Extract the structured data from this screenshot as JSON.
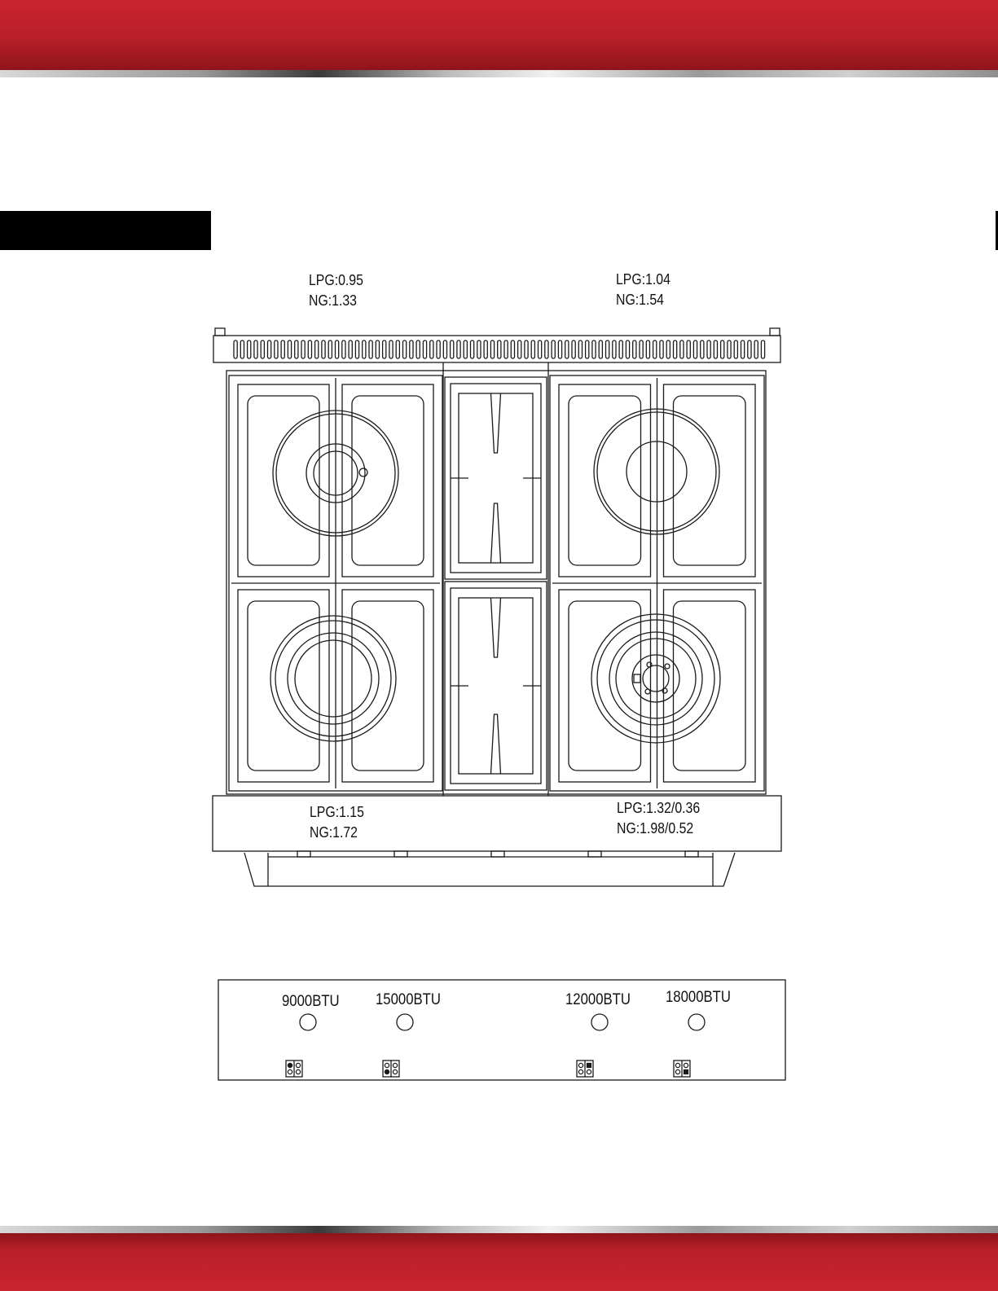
{
  "burners": {
    "rear_left": {
      "lpg": "LPG:0.95",
      "ng": "NG:1.33"
    },
    "rear_right": {
      "lpg": "LPG:1.04",
      "ng": "NG:1.54"
    },
    "front_left": {
      "lpg": "LPG:1.15",
      "ng": "NG:1.72"
    },
    "front_right": {
      "lpg": "LPG:1.32/0.36",
      "ng": "NG:1.98/0.52"
    }
  },
  "control_panel": {
    "knobs": [
      {
        "label": "9000BTU"
      },
      {
        "label": "15000BTU"
      },
      {
        "label": "12000BTU"
      },
      {
        "label": "18000BTU"
      }
    ]
  },
  "colors": {
    "accent": "#c0222c",
    "line": "#1a1a1a"
  }
}
